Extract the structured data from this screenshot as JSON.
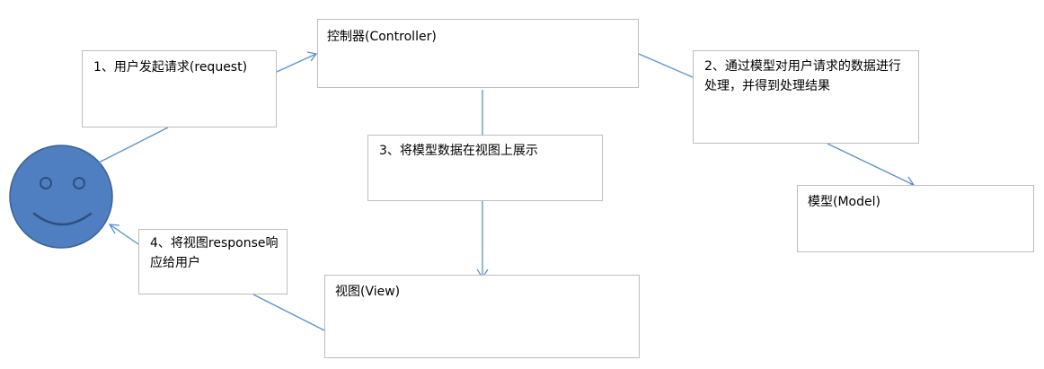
{
  "diagram": {
    "step1": "1、用户发起请求(request)",
    "controller": "控制器(Controller)",
    "step2": "2、通过模型对用户请求的数据进行处理，并得到处理结果",
    "step3": "3、将模型数据在视图上展示",
    "model": "模型(Model)",
    "step4": "4、将视图response响应给用户",
    "view": "视图(View)"
  },
  "colors": {
    "connector": "#5b8fd0",
    "box_border": "#bdbdbd",
    "face_fill": "#4f7fc0",
    "face_stroke": "#3a6298",
    "face_features": "#2f4f7e"
  },
  "icons": {
    "user": "smiley-face-icon"
  }
}
